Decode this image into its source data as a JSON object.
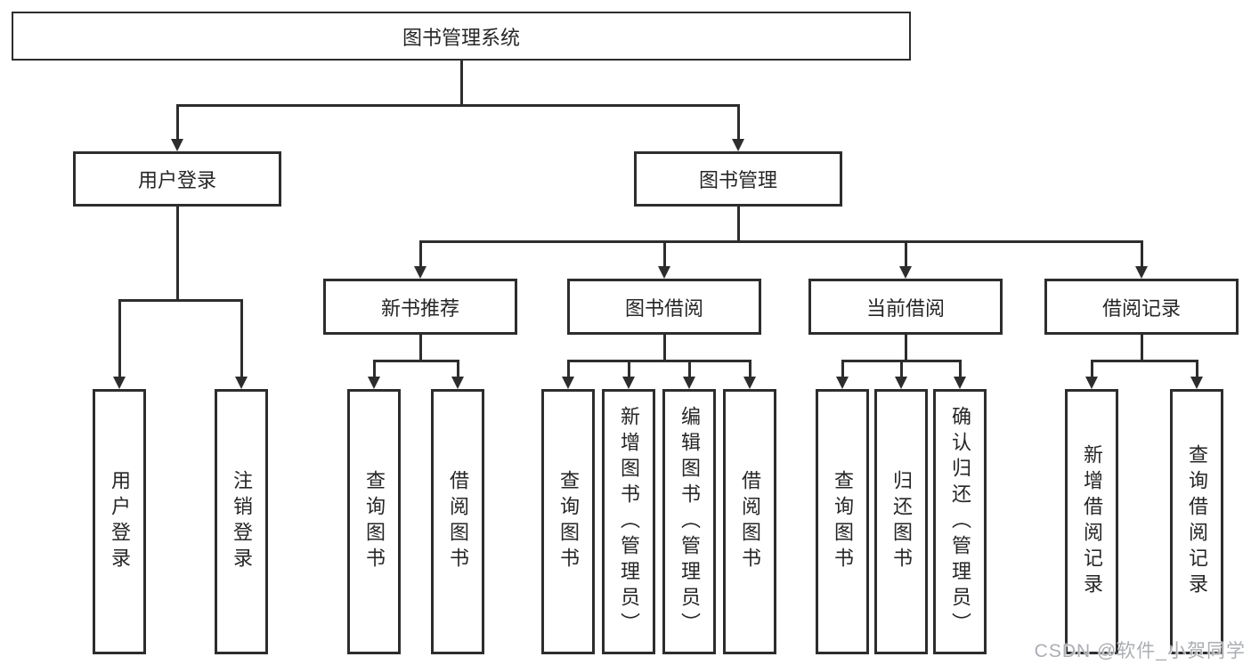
{
  "colors": {
    "line": "#2d2d2d",
    "border": "#2d2d2d",
    "text": "#262626",
    "background": "#ffffff",
    "watermark_text": "#abaeb4"
  },
  "tree": {
    "root": "图书管理系统",
    "level2": {
      "login": "用户登录",
      "manage": "图书管理"
    },
    "level3": {
      "newbook": "新书推荐",
      "borrow": "图书借阅",
      "current": "当前借阅",
      "records": "借阅记录"
    },
    "leaves": {
      "login": [
        "用户登录",
        "注销登录"
      ],
      "newbook": [
        "查询图书",
        "借阅图书"
      ],
      "borrow": [
        "查询图书",
        "新增图书（管理员）",
        "编辑图书（管理员）",
        "借阅图书"
      ],
      "current": [
        "查询图书",
        "归还图书",
        "确认归还（管理员）"
      ],
      "records": [
        "新增借阅记录",
        "查询借阅记录"
      ]
    }
  },
  "watermark": "CSDN @软件_小贺同学"
}
